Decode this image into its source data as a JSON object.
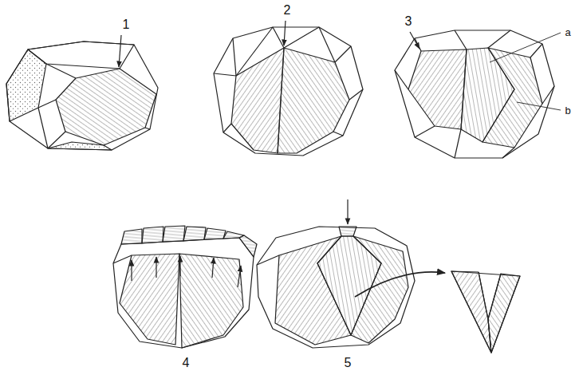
{
  "diagram": {
    "labels": [
      "1",
      "2",
      "3",
      "a",
      "b",
      "4",
      "5"
    ]
  }
}
